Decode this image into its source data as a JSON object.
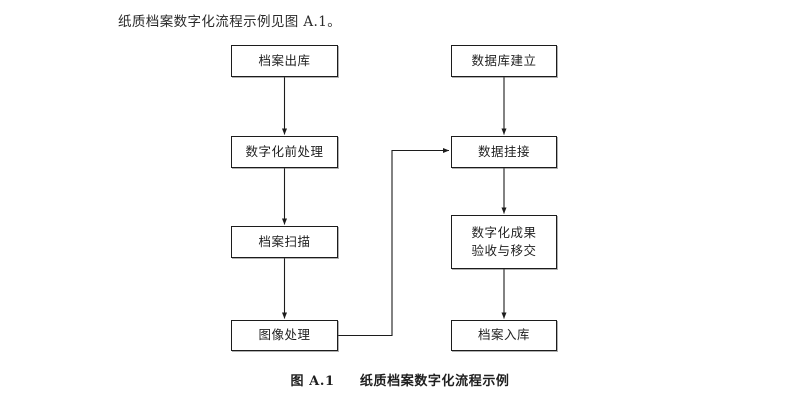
{
  "document": {
    "intro_text": "纸质档案数字化流程示例见图 A.1。",
    "caption_number": "图 A.1",
    "caption_title": "纸质档案数字化流程示例"
  },
  "flowchart": {
    "left_column": [
      {
        "id": "archive-outbound",
        "label": "档案出库"
      },
      {
        "id": "pre-digitization",
        "label": "数字化前处理"
      },
      {
        "id": "archive-scanning",
        "label": "档案扫描"
      },
      {
        "id": "image-processing",
        "label": "图像处理"
      }
    ],
    "right_column": [
      {
        "id": "database-creation",
        "label": "数据库建立"
      },
      {
        "id": "data-linking",
        "label": "数据挂接"
      },
      {
        "id": "results-acceptance",
        "label_line1": "数字化成果",
        "label_line2": "验收与移交"
      },
      {
        "id": "archive-inbound",
        "label": "档案入库"
      }
    ],
    "connectors": [
      {
        "from": "archive-outbound",
        "to": "pre-digitization",
        "type": "vertical"
      },
      {
        "from": "pre-digitization",
        "to": "archive-scanning",
        "type": "vertical"
      },
      {
        "from": "archive-scanning",
        "to": "image-processing",
        "type": "vertical"
      },
      {
        "from": "database-creation",
        "to": "data-linking",
        "type": "vertical"
      },
      {
        "from": "data-linking",
        "to": "results-acceptance",
        "type": "vertical"
      },
      {
        "from": "results-acceptance",
        "to": "archive-inbound",
        "type": "vertical"
      },
      {
        "from": "image-processing",
        "to": "data-linking",
        "type": "elbow-right-up"
      }
    ],
    "colors": {
      "box_border": "#1c1c1c",
      "box_fill": "#ffffff",
      "connector": "#1c1c1c",
      "page_background": "#ffffff"
    }
  }
}
